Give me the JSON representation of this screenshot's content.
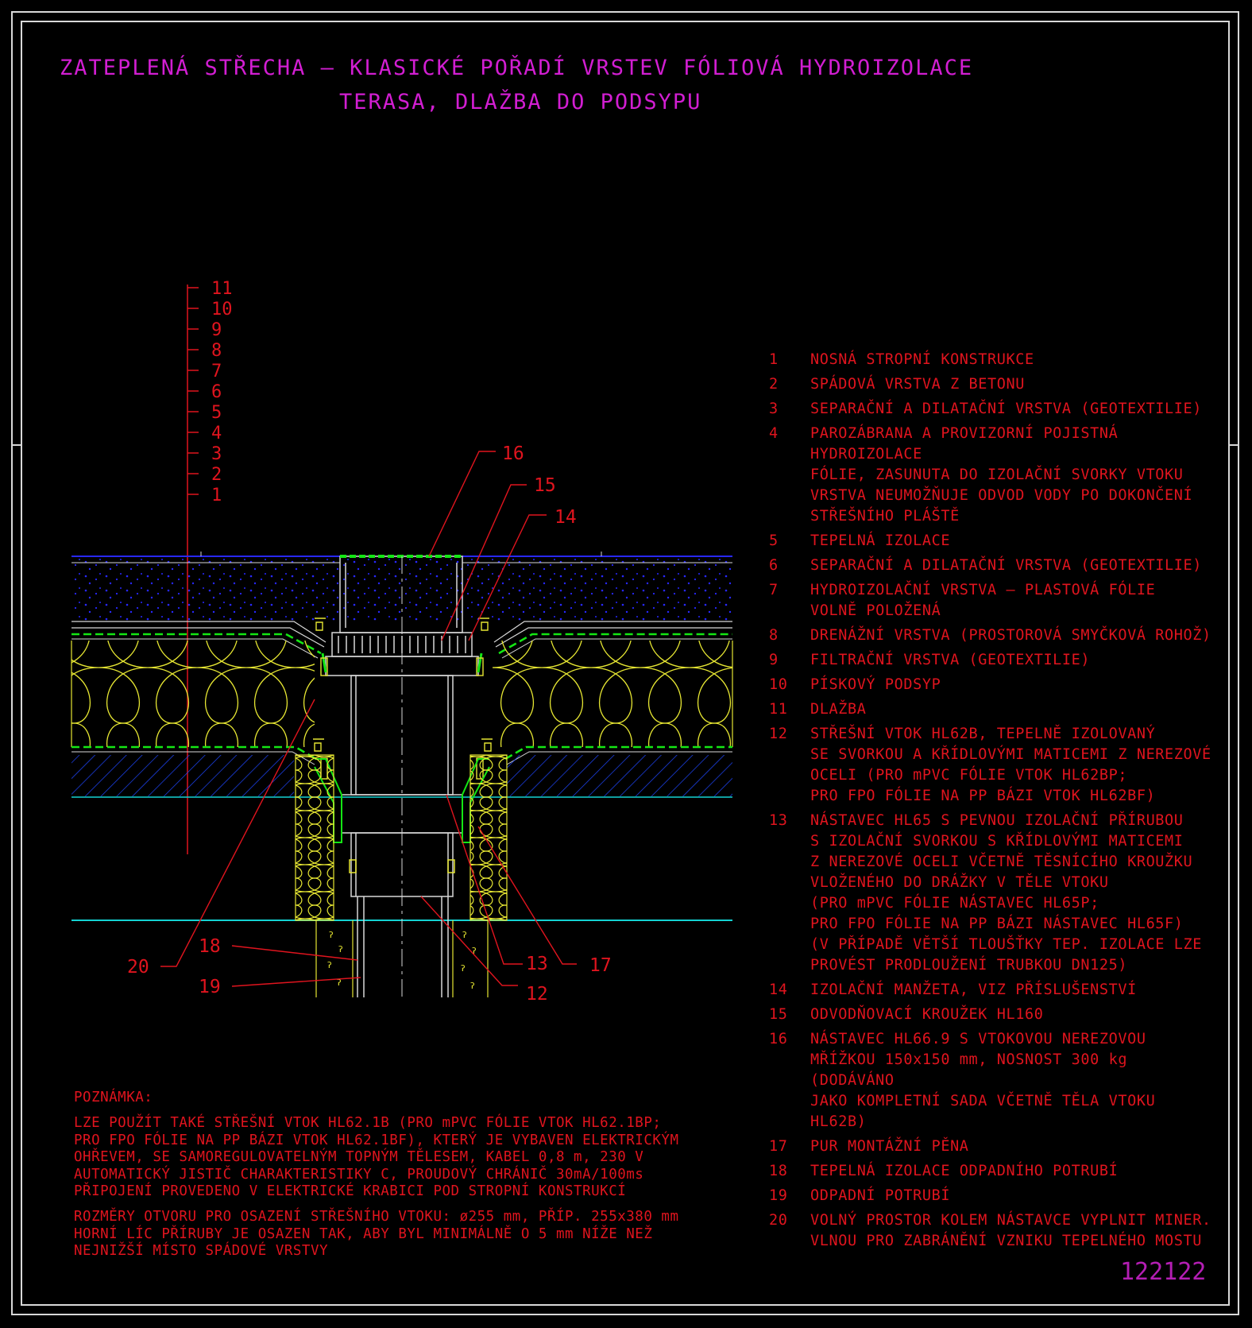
{
  "title": {
    "line1": "ZATEPLENÁ STŘECHA – KLASICKÉ POŘADÍ VRSTEV FÓLIOVÁ HYDROIZOLACE",
    "line2": "TERASA, DLAŽBA DO PODSYPU"
  },
  "layer_scale": [
    "11",
    "10",
    "9",
    "8",
    "7",
    "6",
    "5",
    "4",
    "3",
    "2",
    "1"
  ],
  "callouts": {
    "c16": "16",
    "c15": "15",
    "c14": "14",
    "c20": "20",
    "c18": "18",
    "c19": "19",
    "c13": "13",
    "c17": "17",
    "c12": "12"
  },
  "legend": [
    {
      "num": "1",
      "text": "NOSNÁ STROPNÍ KONSTRUKCE"
    },
    {
      "num": "2",
      "text": "SPÁDOVÁ VRSTVA Z BETONU"
    },
    {
      "num": "3",
      "text": "SEPARAČNÍ A DILATAČNÍ VRSTVA (GEOTEXTILIE)"
    },
    {
      "num": "4",
      "text": "PAROZÁBRANA A PROVIZORNÍ POJISTNÁ HYDROIZOLACE\nFÓLIE, ZASUNUTA DO IZOLAČNÍ SVORKY VTOKU\nVRSTVA NEUMOŽŇUJE ODVOD VODY PO DOKONČENÍ\nSTŘEŠNÍHO PLÁŠTĚ"
    },
    {
      "num": "5",
      "text": "TEPELNÁ IZOLACE"
    },
    {
      "num": "6",
      "text": "SEPARAČNÍ A DILATAČNÍ VRSTVA (GEOTEXTILIE)"
    },
    {
      "num": "7",
      "text": "HYDROIZOLAČNÍ VRSTVA – PLASTOVÁ FÓLIE\nVOLNĚ POLOŽENÁ"
    },
    {
      "num": "8",
      "text": "DRENÁŽNÍ VRSTVA (PROSTOROVÁ SMYČKOVÁ ROHOŽ)"
    },
    {
      "num": "9",
      "text": "FILTRAČNÍ VRSTVA (GEOTEXTILIE)"
    },
    {
      "num": "10",
      "text": "PÍSKOVÝ PODSYP"
    },
    {
      "num": "11",
      "text": "DLAŽBA"
    },
    {
      "num": "12",
      "text": "STŘEŠNÍ VTOK HL62B, TEPELNĚ IZOLOVANÝ\nSE SVORKOU A KŘÍDLOVÝMI MATICEMI Z NEREZOVÉ\nOCELI (PRO mPVC FÓLIE VTOK HL62BP;\nPRO FPO FÓLIE NA PP BÁZI VTOK HL62BF)"
    },
    {
      "num": "13",
      "text": "NÁSTAVEC HL65 S PEVNOU IZOLAČNÍ PŘÍRUBOU\nS IZOLAČNÍ SVORKOU S KŘÍDLOVÝMI MATICEMI\nZ NEREZOVÉ OCELI VČETNĚ TĚSNÍCÍHO KROUŽKU\nVLOŽENÉHO DO DRÁŽKY V TĚLE VTOKU\n(PRO mPVC FÓLIE NÁSTAVEC HL65P;\nPRO FPO FÓLIE NA PP BÁZI NÁSTAVEC HL65F)\n(V PŘÍPADĚ VĚTŠÍ TLOUŠŤKY TEP. IZOLACE LZE\nPROVÉST PRODLOUŽENÍ TRUBKOU DN125)"
    },
    {
      "num": "14",
      "text": "IZOLAČNÍ MANŽETA, VIZ PŘÍSLUŠENSTVÍ"
    },
    {
      "num": "15",
      "text": "ODVODŇOVACÍ KROUŽEK HL160"
    },
    {
      "num": "16",
      "text": "NÁSTAVEC HL66.9 S VTOKOVOU NEREZOVOU\nMŘÍŽKOU 150x150 mm, NOSNOST 300 kg (DODÁVÁNO\nJAKO KOMPLETNÍ SADA VČETNĚ TĚLA VTOKU HL62B)"
    },
    {
      "num": "17",
      "text": "PUR MONTÁŽNÍ PĚNA"
    },
    {
      "num": "18",
      "text": "TEPELNÁ IZOLACE ODPADNÍHO POTRUBÍ"
    },
    {
      "num": "19",
      "text": "ODPADNÍ POTRUBÍ"
    },
    {
      "num": "20",
      "text": "VOLNÝ PROSTOR KOLEM NÁSTAVCE VYPLNIT MINER.\nVLNOU PRO ZABRÁNĚNÍ VZNIKU TEPELNÉHO MOSTU"
    }
  ],
  "note": {
    "heading": "POZNÁMKA:",
    "paragraph1": "LZE POUŽÍT TAKÉ STŘEŠNÍ VTOK HL62.1B (PRO mPVC FÓLIE VTOK HL62.1BP;\nPRO FPO FÓLIE NA PP BÁZI VTOK HL62.1BF), KTERÝ JE VYBAVEN ELEKTRICKÝM\nOHŘEVEM, SE SAMOREGULOVATELNÝM TOPNÝM TĚLESEM, KABEL 0,8 m, 230 V\nAUTOMATICKÝ JISTIČ CHARAKTERISTIKY C, PROUDOVÝ CHRÁNIČ 30mA/100ms\nPŘIPOJENÍ PROVEDENO V ELEKTRICKÉ KRABICI POD STROPNÍ KONSTRUKCÍ",
    "paragraph2": "ROZMĚRY OTVORU PRO OSAZENÍ STŘEŠNÍHO VTOKU: ø255 mm, PŘÍP. 255x380 mm\nHORNÍ LÍC PŘÍRUBY JE OSAZEN TAK, ABY BYL MINIMÁLNĚ O 5 mm NÍŽE NEŽ\nNEJNIŽŠÍ MÍSTO SPÁDOVÉ VRSTVY"
  },
  "drawing_code": "122122",
  "colors": {
    "background": "#000000",
    "frame": "#d8d8d8",
    "title": "#d21ed2",
    "text": "#e0141e",
    "insulation": "#e6e632",
    "membrane": "#14e614",
    "sand_dots": "#2828ff",
    "concrete_hatch": "#1e46ff",
    "ceiling_line": "#14d2d2",
    "pipe": "#d8d8d8",
    "code": "#b41eb4"
  }
}
